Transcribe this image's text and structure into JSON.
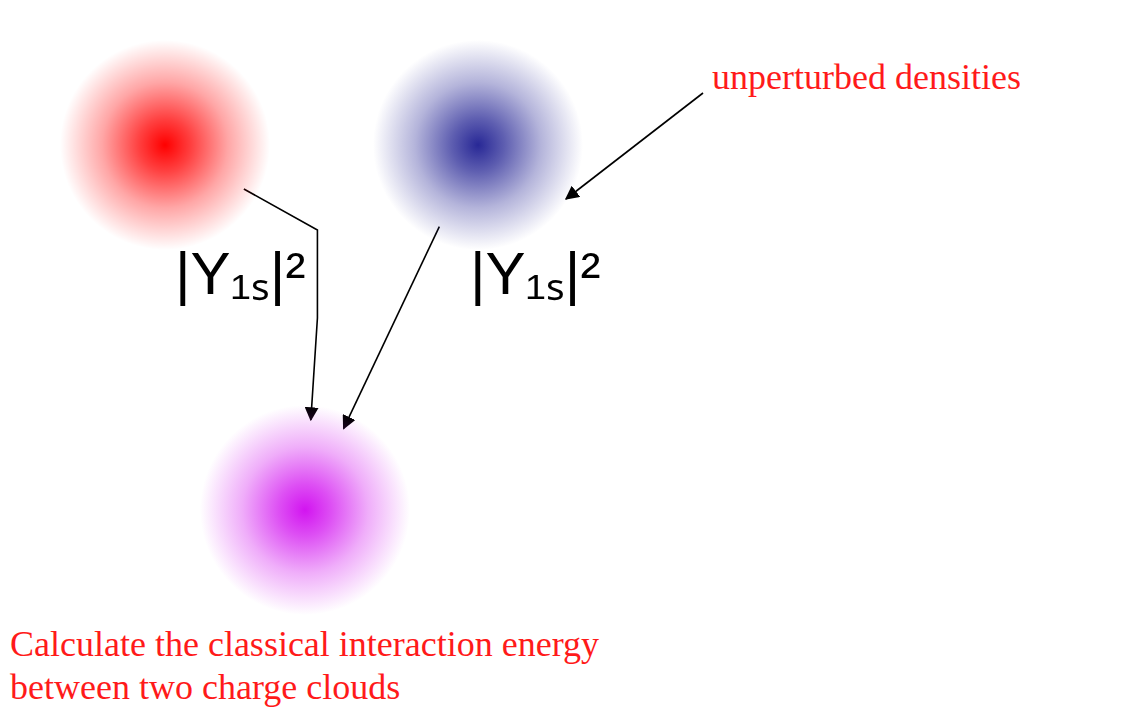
{
  "diagram": {
    "nodes": [
      {
        "text": [
          "|Y₁ₛ|²"
        ]
      },
      {
        "text": [
          "|Y₁ₛ|²"
        ]
      },
      {
        "text": [
          "Calculate the classical interaction energy between two charge clouds"
        ]
      }
    ],
    "edges": [
      {
        "from": 0,
        "to": 2,
        "arrow": "to"
      },
      {
        "from": 1,
        "to": 2,
        "arrow": "to"
      }
    ],
    "labels": [
      "unperturbed densities"
    ]
  }
}
